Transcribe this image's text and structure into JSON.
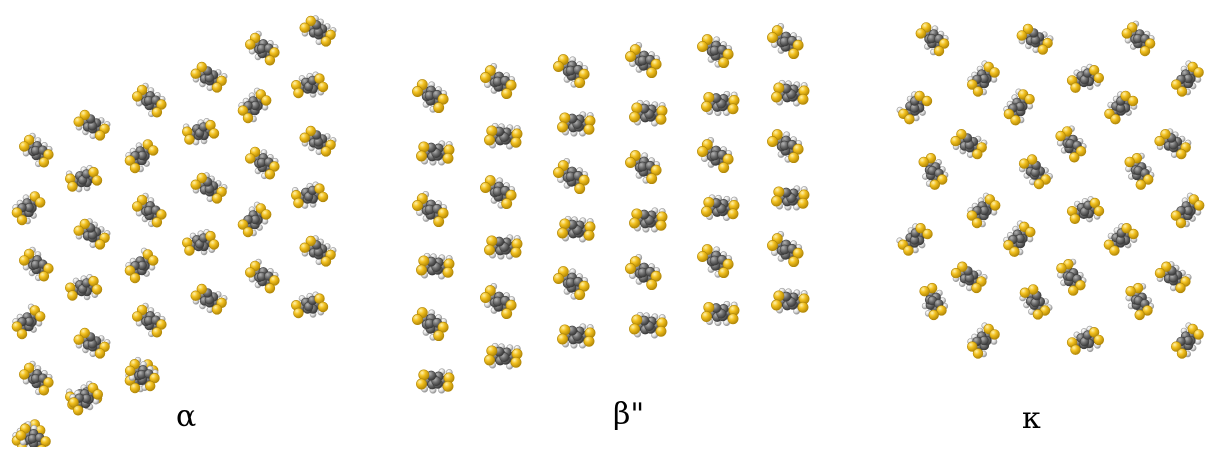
{
  "labels": {
    "alpha": "α",
    "beta": "β\"",
    "kappa": "κ"
  },
  "colors": {
    "sulfur": "#f2c01e",
    "sulfur_dark": "#c99a0c",
    "carbon": "#6f6f6f",
    "carbon_dark": "#4a4a4a",
    "hydrogen": "#d8d8d8",
    "hydrogen_dark": "#9e9e9e",
    "background": "#ffffff"
  },
  "panels": [
    {
      "name": "alpha-packing",
      "pattern": "herringbone-sheared"
    },
    {
      "name": "beta-packing",
      "pattern": "parallel-stacks"
    },
    {
      "name": "kappa-packing",
      "pattern": "orthogonal-dimers"
    }
  ]
}
